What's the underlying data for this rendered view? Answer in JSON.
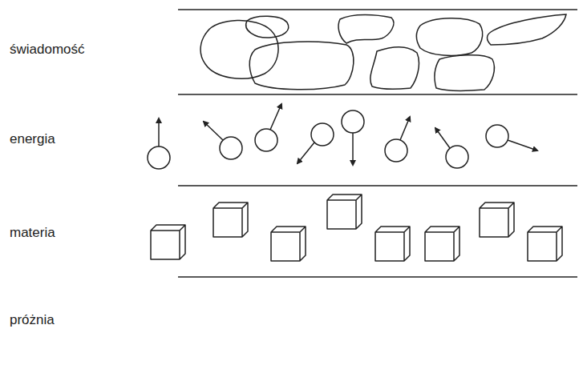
{
  "diagram": {
    "labels": [
      "świadomość",
      "energia",
      "materia",
      "próżnia"
    ]
  }
}
